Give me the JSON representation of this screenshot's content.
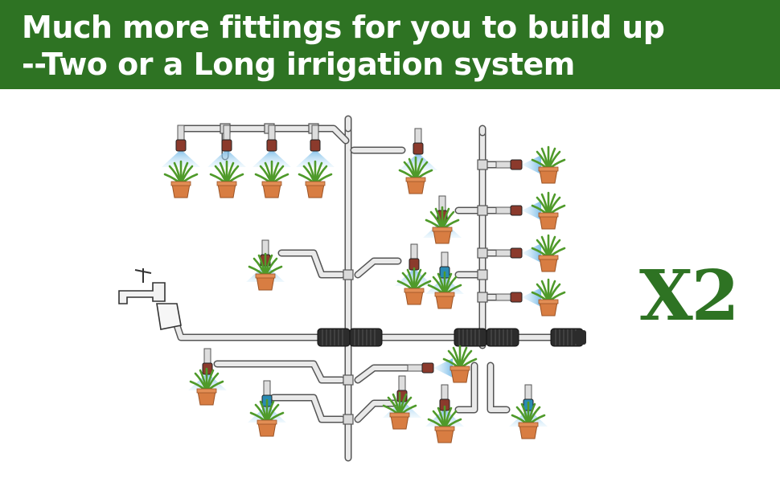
{
  "header": {
    "line1": "Much more fittings for you to build up",
    "line2": "--Two or a Long irrigation system"
  },
  "multiplier": "X2",
  "colors": {
    "banner": "#2e7323",
    "multiplier": "#2e7323",
    "pipe": "#e9e9e9",
    "pipe_outline": "#555555",
    "pot": "#d87d42",
    "leaf": "#4f9a2a",
    "spray": "#8cc8ec",
    "nozzle_red": "#8b3a2c",
    "nozzle_blue": "#2a8bb3"
  },
  "icons": [
    "faucet-icon",
    "filter-icon",
    "connector-icon",
    "sprinkler-icon",
    "potted-plant-icon"
  ]
}
